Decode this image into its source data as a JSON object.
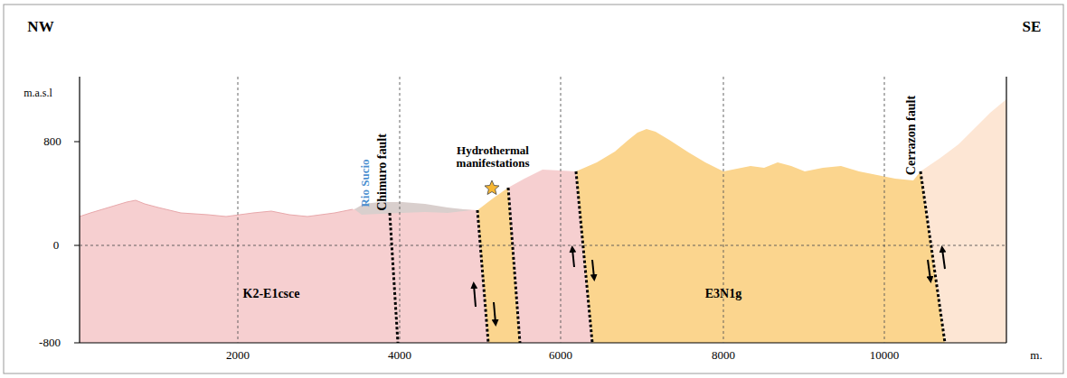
{
  "diagram": {
    "labels": [
      "NW",
      "SE",
      "m.a.s.l",
      "800",
      "0",
      "-800",
      "2000",
      "4000",
      "6000",
      "8000",
      "10000",
      "m.",
      "Rio Sucio",
      "Chimuro fault",
      "Hydrothermal manifestations",
      "Cerrazon fault",
      "K2-E1csce",
      "E3N1g"
    ]
  }
}
